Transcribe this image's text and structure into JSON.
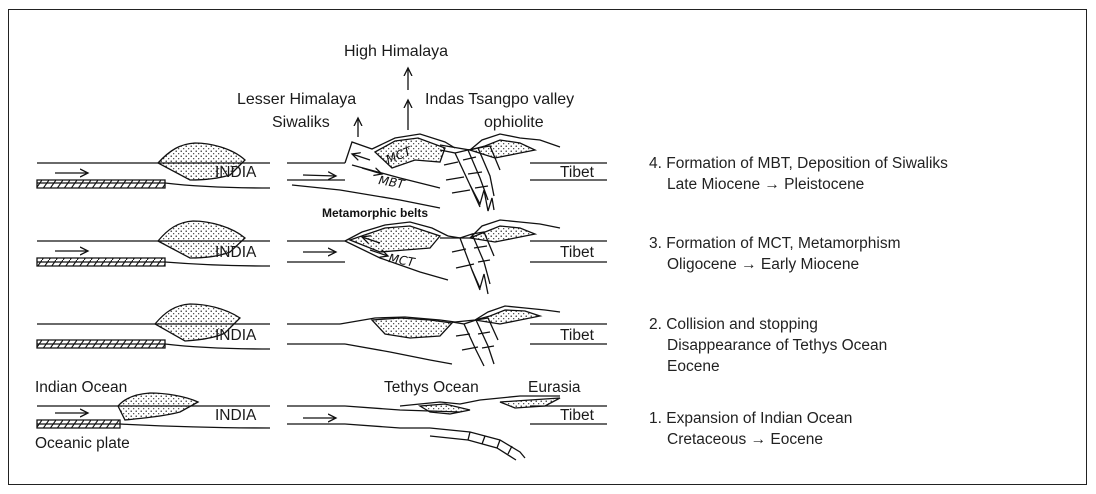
{
  "labels": {
    "high_himalaya": "High Himalaya",
    "lesser_himalaya": "Lesser Himalaya",
    "siwaliks": "Siwaliks",
    "indas_tsangpo": "Indas Tsangpo valley",
    "ophiolite": "ophiolite",
    "india": "INDIA",
    "tibet": "Tibet",
    "mct": "MCT",
    "mbt": "MBT",
    "metamorphic_belts": "Metamorphic belts",
    "indian_ocean": "Indian Ocean",
    "tethys_ocean": "Tethys Ocean",
    "eurasia": "Eurasia",
    "oceanic_plate": "Oceanic plate"
  },
  "stages": [
    {
      "line1": "4. Formation of MBT, Deposition of Siwaliks",
      "line2": "Late Miocene → Pleistocene"
    },
    {
      "line1": "3. Formation of MCT, Metamorphism",
      "line2": "Oligocene → Early Miocene"
    },
    {
      "line1": "2. Collision and stopping",
      "line2": "Disappearance of Tethys Ocean",
      "line3": "Eocene"
    },
    {
      "line1": "1. Expansion of Indian Ocean",
      "line2": "Cretaceous → Eocene"
    }
  ]
}
